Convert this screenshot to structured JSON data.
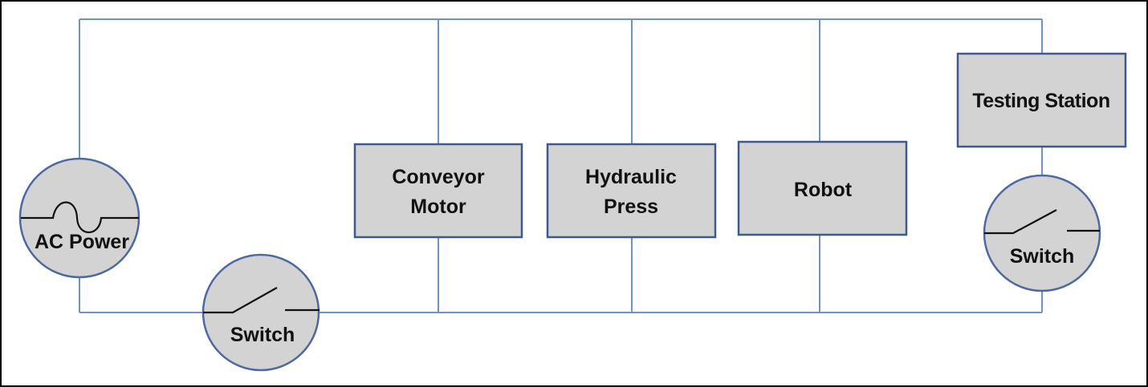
{
  "nodes": {
    "ac_power": {
      "label": "AC Power"
    },
    "switch_main": {
      "label": "Switch"
    },
    "conveyor_motor": {
      "label_line1": "Conveyor",
      "label_line2": "Motor"
    },
    "hydraulic_press": {
      "label_line1": "Hydraulic",
      "label_line2": "Press"
    },
    "robot": {
      "label": "Robot"
    },
    "testing_station": {
      "label": "Testing Station"
    },
    "switch_testing": {
      "label": "Switch"
    }
  },
  "colors": {
    "wire": "#7191c9",
    "box_fill": "#d3d3d3",
    "box_border": "#3e5a8c",
    "text": "#111111"
  }
}
